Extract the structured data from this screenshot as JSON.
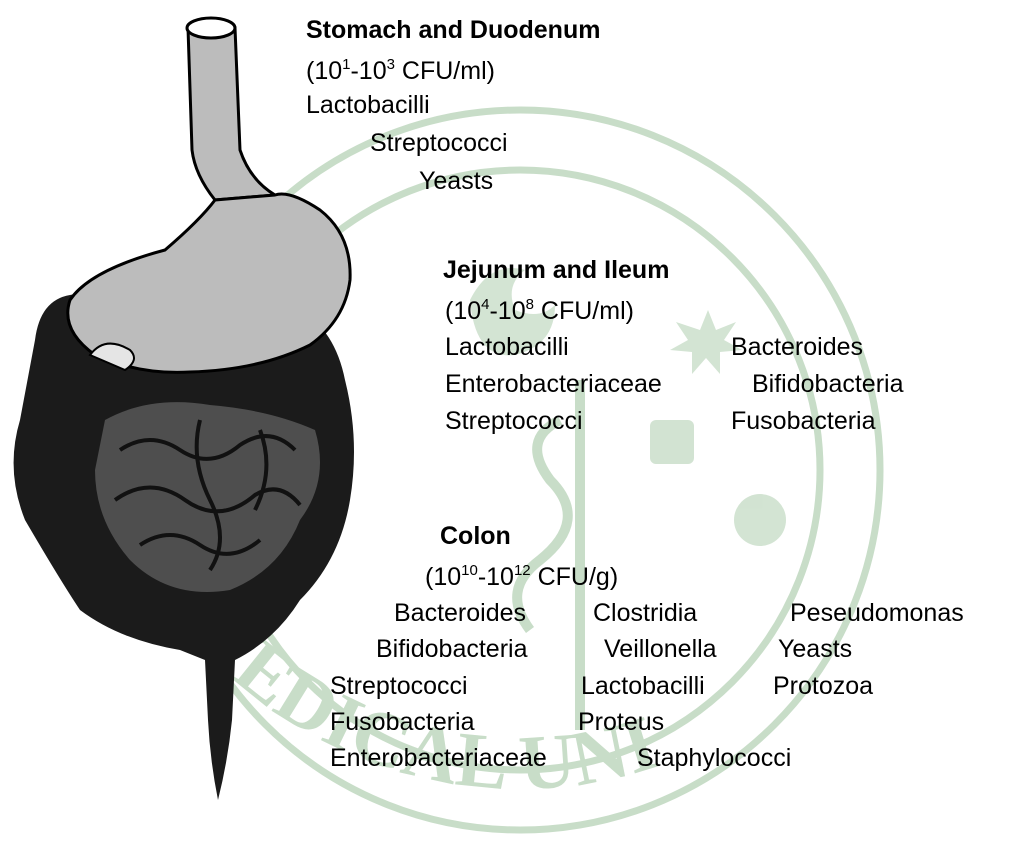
{
  "colors": {
    "background": "#ffffff",
    "text": "#000000",
    "watermark": "#c8ddc8",
    "organ_fill": "#1b1b1b",
    "stomach_fill": "#bcbcbc",
    "small_intestine_fill": "#4e4e4e"
  },
  "watermark": {
    "arc_text": "MEDICAL UNI"
  },
  "stomach_duodenum": {
    "heading": "Stomach and Duodenum",
    "count": {
      "open": "(10",
      "exp1": "1",
      "mid": "-10",
      "exp2": "3",
      "unit": " CFU/ml)"
    },
    "organisms": [
      "Lactobacilli",
      "Streptococci",
      "Yeasts"
    ]
  },
  "jejunum_ileum": {
    "heading": "Jejunum and Ileum",
    "count": {
      "open": "(10",
      "exp1": "4",
      "mid": "-10",
      "exp2": "8",
      "unit": " CFU/ml)"
    },
    "organisms": [
      [
        "Lactobacilli",
        "Bacteroides"
      ],
      [
        "Enterobacteriaceae",
        "Bifidobacteria"
      ],
      [
        "Streptococci",
        "Fusobacteria"
      ]
    ]
  },
  "colon": {
    "heading": "Colon",
    "count": {
      "open": "(10",
      "exp1": "10",
      "mid": "-10",
      "exp2": "12",
      "unit": " CFU/g)"
    },
    "organisms": [
      [
        "Bacteroides",
        "Clostridia",
        "Peseudomonas"
      ],
      [
        "Bifidobacteria",
        "Veillonella",
        "Yeasts"
      ],
      [
        "Streptococci",
        "Lactobacilli",
        "Protozoa"
      ],
      [
        "Fusobacteria",
        "Proteus"
      ],
      [
        "Enterobacteriaceae",
        "Staphylococci"
      ]
    ]
  }
}
